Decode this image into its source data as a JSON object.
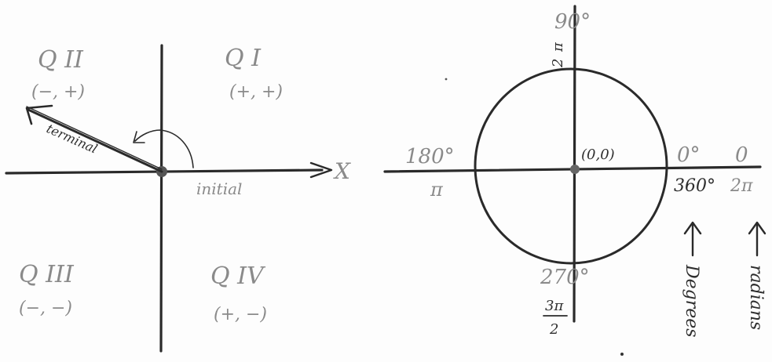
{
  "left_diagram": {
    "quadrants": {
      "q1": {
        "name": "Q I",
        "signs": "(+, +)"
      },
      "q2": {
        "name": "Q II",
        "signs": "(−, +)"
      },
      "q3": {
        "name": "Q III",
        "signs": "(−, −)"
      },
      "q4": {
        "name": "Q IV",
        "signs": "(+, −)"
      }
    },
    "terminal_label": "terminal",
    "initial_label": "initial",
    "x_axis_label": "X"
  },
  "unit_circle": {
    "top_degrees": "90°",
    "top_radians_num": "π",
    "top_radians_den": "2",
    "left_degrees": "180°",
    "left_radians": "π",
    "center": "(0,0)",
    "right_degrees": "0°",
    "right_degrees_alt": "360°",
    "right_radians": "0",
    "right_radians_alt": "2π",
    "bottom_degrees": "270°",
    "bottom_radians_num": "3π",
    "bottom_radians_den": "2",
    "degrees_note": "Degrees",
    "radians_note": "radians"
  },
  "colors": {
    "ink": "#2a2a2a",
    "pencil": "#8a8a8a"
  }
}
